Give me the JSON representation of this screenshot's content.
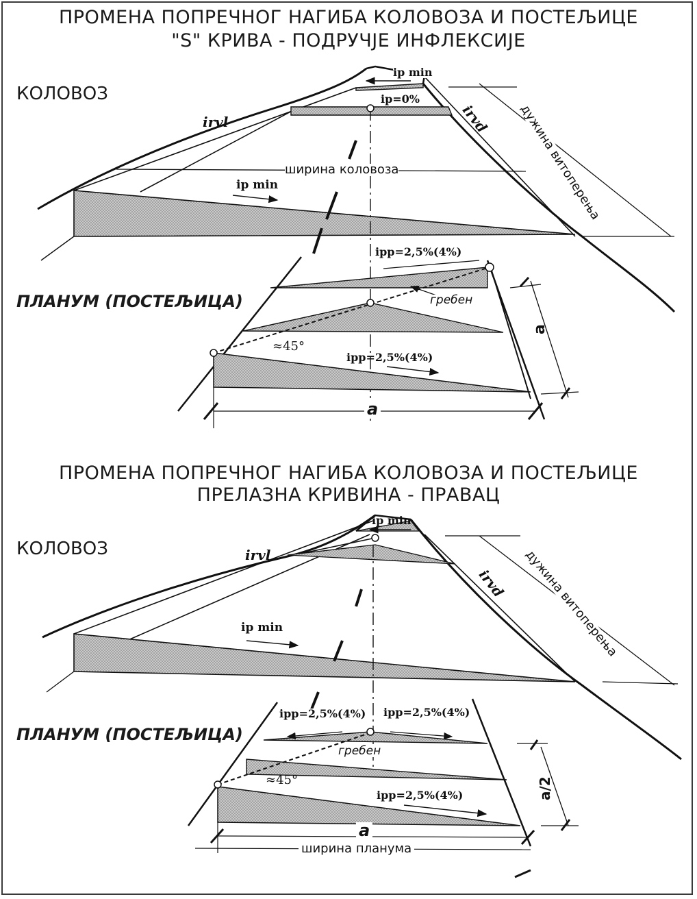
{
  "diagram1": {
    "title_line1": "ПРОМЕНА ПОПРЕЧНОГ НАГИБА КОЛОВОЗА И ПОСТЕЉИЦЕ",
    "title_line2": "\"S\" КРИВА - ПОДРУЧЈЕ ИНФЛЕКСИЈЕ",
    "kolovoz_label": "КОЛОВОЗ",
    "planum_label": "ПЛАНУМ (ПОСТЕЉИЦА)",
    "ip_min_top": "ip min",
    "ip_zero": "ip=0%",
    "irvl": "irvl",
    "irvd": "irvd",
    "road_width": "ширина коловоза",
    "ip_min_mid": "ip min",
    "warp_length": "дужина витоперења",
    "ipp_top": "ipp=2,5%(4%)",
    "ridge": "гребен",
    "angle": "≈45°",
    "ipp_mid": "ipp=2,5%(4%)",
    "dim_a_vertical": "a",
    "dim_a_horizontal": "a"
  },
  "diagram2": {
    "title_line1": "ПРОМЕНА ПОПРЕЧНОГ НАГИБА КОЛОВОЗА И ПОСТЕЉИЦЕ",
    "title_line2": "ПРЕЛАЗНА КРИВИНА - ПРАВАЦ",
    "kolovoz_label": "КОЛОВОЗ",
    "planum_label": "ПЛАНУМ (ПОСТЕЉИЦА)",
    "ip_min_top": "ip min",
    "irvl": "irvl",
    "irvd": "irvd",
    "ip_min_mid": "ip min",
    "warp_length": "дужина витоперења",
    "ipp_left": "ipp=2,5%(4%)",
    "ipp_right": "ipp=2,5%(4%)",
    "ridge": "гребен",
    "angle": "≈45°",
    "ipp_low": "ipp=2,5%(4%)",
    "dim_a_half": "a/2",
    "dim_a_horizontal": "a",
    "subgrade_width": "ширина планума"
  }
}
